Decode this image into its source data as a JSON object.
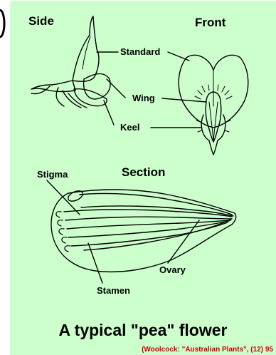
{
  "views": {
    "side": "Side",
    "front": "Front",
    "section": "Section"
  },
  "parts": {
    "standard": "Standard",
    "wing": "Wing",
    "keel": "Keel",
    "stigma": "Stigma",
    "ovary": "Ovary",
    "stamen": "Stamen"
  },
  "title": "A typical \"pea\" flower",
  "credit": "(Woolcock: \"Australian Plants\", (12) 95",
  "colors": {
    "background": "#ccffcc",
    "ink": "#000000",
    "credit": "#cc0000"
  }
}
